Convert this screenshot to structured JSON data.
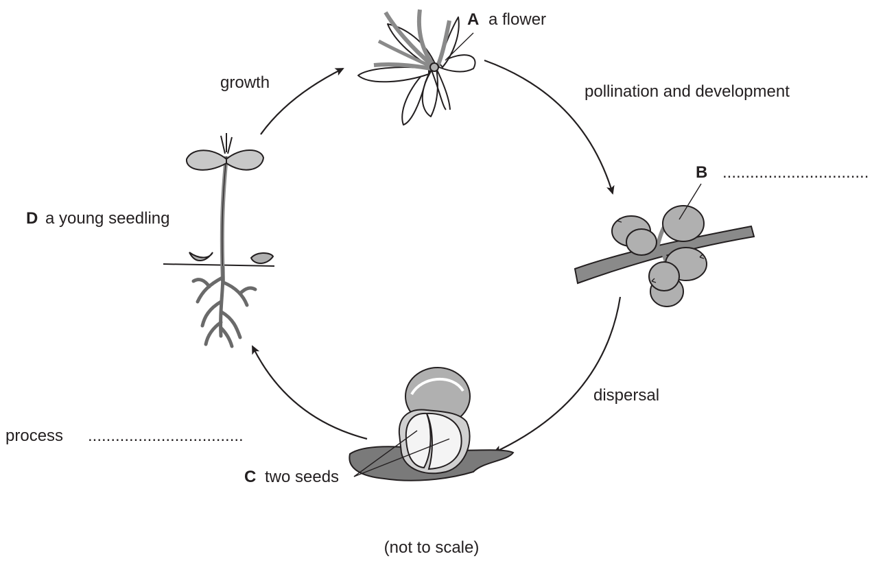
{
  "labels": {
    "a_letter": "A",
    "a_text": "a flower",
    "b_letter": "B",
    "b_dots": "................................",
    "c_letter": "C",
    "c_text": "two seeds",
    "d_letter": "D",
    "d_text": "a young seedling",
    "growth": "growth",
    "pollination": "pollination and development",
    "dispersal": "dispersal",
    "process": "process",
    "process_dots": "..................................",
    "scale_note": "(not to scale)"
  },
  "colors": {
    "ink": "#231f20",
    "light_fill": "#ffffff",
    "mid_grey": "#b0b0b0",
    "leaf_grey": "#c8c8c8",
    "stem_grey": "#8a8a8a",
    "soil_grey": "#7a7a7a",
    "seed_white": "#f4f4f4"
  }
}
